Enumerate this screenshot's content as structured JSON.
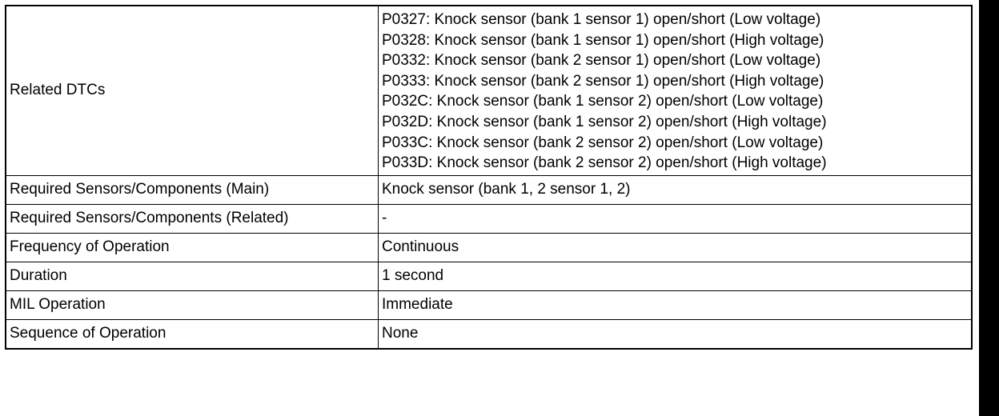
{
  "table": {
    "related_dtcs": {
      "label": "Related DTCs",
      "values": [
        "P0327: Knock sensor (bank 1 sensor 1) open/short (Low voltage)",
        "P0328: Knock sensor (bank 1 sensor 1) open/short (High voltage)",
        "P0332: Knock sensor (bank 2 sensor 1) open/short (Low voltage)",
        "P0333: Knock sensor (bank 2 sensor 1) open/short (High voltage)",
        "P032C: Knock sensor (bank 1 sensor 2) open/short (Low voltage)",
        "P032D: Knock sensor (bank 1 sensor 2) open/short (High voltage)",
        "P033C: Knock sensor (bank 2 sensor 2) open/short (Low voltage)",
        "P033D: Knock sensor (bank 2 sensor 2) open/short (High voltage)"
      ]
    },
    "rows": [
      {
        "label": "Required Sensors/Components (Main)",
        "value": "Knock sensor (bank 1, 2 sensor 1, 2)"
      },
      {
        "label": "Required Sensors/Components (Related)",
        "value": "-"
      },
      {
        "label": "Frequency of Operation",
        "value": "Continuous"
      },
      {
        "label": "Duration",
        "value": "1 second"
      },
      {
        "label": "MIL Operation",
        "value": "Immediate"
      },
      {
        "label": "Sequence of Operation",
        "value": "None"
      }
    ]
  }
}
